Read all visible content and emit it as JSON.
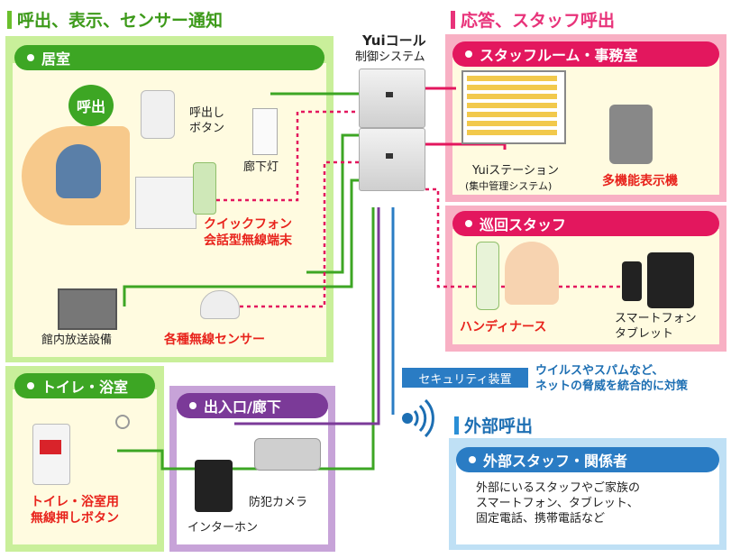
{
  "left_section": {
    "title": "呼出、表示、センサー通知",
    "color": "#6abf2c"
  },
  "right_section": {
    "title": "応答、スタッフ呼出",
    "color": "#e8337a"
  },
  "controller": {
    "brand": "Yuiコール",
    "label": "制御システム"
  },
  "room": {
    "title": "居室",
    "call_bubble": "呼出",
    "call_button": "呼出し\nボタン",
    "hall_light": "廊下灯",
    "quickphone": "クイックフォン\n会話型無線端末",
    "broadcast": "館内放送設備",
    "sensors": "各種無線センサー"
  },
  "toilet": {
    "title": "トイレ・浴室",
    "button": "トイレ・浴室用\n無線押しボタン"
  },
  "entrance": {
    "title": "出入口/廊下",
    "camera": "防犯カメラ",
    "intercom": "インターホン"
  },
  "staff_room": {
    "title": "スタッフルーム・事務室",
    "station": "Yuiステーション",
    "station_sub": "(集中管理システム)",
    "phone": "多機能表示機"
  },
  "patrol": {
    "title": "巡回スタッフ",
    "handy": "ハンディナース",
    "smart": "スマートフォン\nタブレット"
  },
  "security": {
    "label": "セキュリティ装置",
    "note": "ウイルスやスパムなど、\nネットの脅威を統合的に対策"
  },
  "external": {
    "section_title": "外部呼出",
    "title": "外部スタッフ・関係者",
    "desc": "外部にいるスタッフやご家族の\nスマートフォン、タブレット、\n固定電話、携帯電話など",
    "color": "#2a8fd6"
  }
}
